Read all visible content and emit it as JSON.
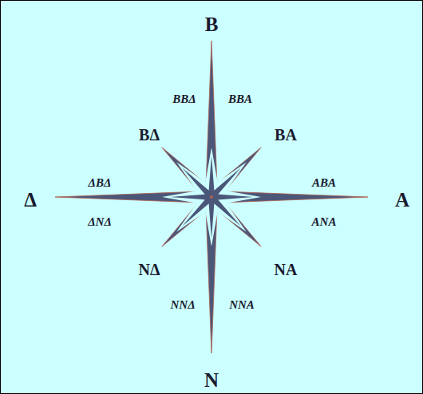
{
  "diagram": {
    "labels": [
      "B",
      "BBΔ",
      "BBA",
      "BΔ",
      "BA",
      "ΔBΔ",
      "ABA",
      "Δ",
      "A",
      "ΔNΔ",
      "ANA",
      "NΔ",
      "NA",
      "NNΔ",
      "NNA",
      "N"
    ]
  }
}
